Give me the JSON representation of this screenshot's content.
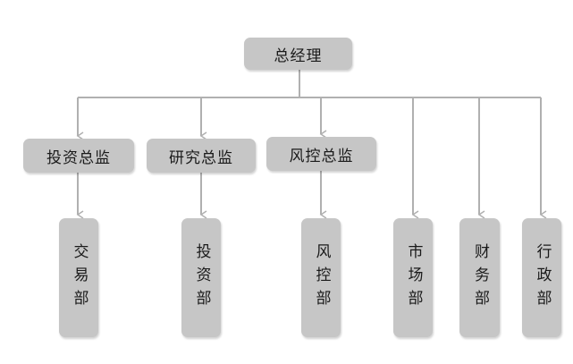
{
  "chart": {
    "root": {
      "label": "总经理"
    },
    "directors": [
      {
        "id": "trading-director",
        "label": "投资总监"
      },
      {
        "id": "research-director",
        "label": "研究总监"
      },
      {
        "id": "risk-director",
        "label": "风控总监"
      }
    ],
    "departments": [
      {
        "id": "trading-dept",
        "label": "交易部"
      },
      {
        "id": "investment-dept",
        "label": "投资部"
      },
      {
        "id": "risk-dept",
        "label": "风控部"
      },
      {
        "id": "marketing-dept",
        "label": "市场部"
      },
      {
        "id": "finance-dept",
        "label": "财务部"
      },
      {
        "id": "admin-dept",
        "label": "行政部"
      }
    ]
  },
  "colors": {
    "node_fill": "#c6c6c6",
    "connector": "#b0b0b0",
    "text": "#1a1a1a"
  }
}
